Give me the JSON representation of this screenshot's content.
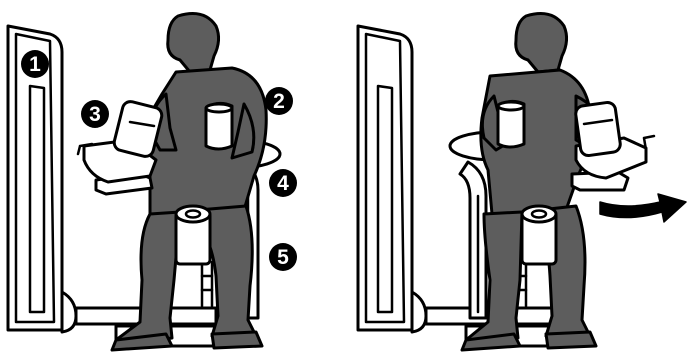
{
  "diagram": {
    "callouts": [
      {
        "label": "1",
        "part": "weight-stack-frame"
      },
      {
        "label": "2",
        "part": "seat-back"
      },
      {
        "label": "3",
        "part": "leg-pad"
      },
      {
        "label": "4",
        "part": "seat"
      },
      {
        "label": "5",
        "part": "seat-post"
      }
    ],
    "panels": [
      "start-position",
      "end-position"
    ],
    "arrow_direction": "right",
    "colors": {
      "figure": "#5d5d5d",
      "outline": "#000000",
      "badge": "#000000",
      "background": "#ffffff"
    }
  }
}
